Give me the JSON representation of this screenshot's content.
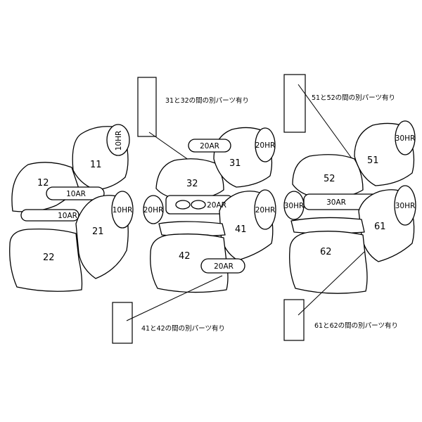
{
  "seat_numbers": {
    "s11": "11",
    "s12": "12",
    "s21": "21",
    "s22": "22",
    "s31": "31",
    "s32": "32",
    "s41": "41",
    "s42": "42",
    "s51": "51",
    "s52": "52",
    "s61": "61",
    "s62": "62"
  },
  "part_tags": {
    "hr10": "10HR",
    "ar10": "10AR",
    "hr20": "20HR",
    "ar20": "20AR",
    "hr30": "30HR",
    "ar30": "30AR"
  },
  "notes": {
    "n31_32": "31と32の間の別パーツ有り",
    "n41_42": "41と42の間の別パーツ有り",
    "n51_52": "51と52の間の別パーツ有り",
    "n61_62": "61と62の間の別パーツ有り"
  }
}
